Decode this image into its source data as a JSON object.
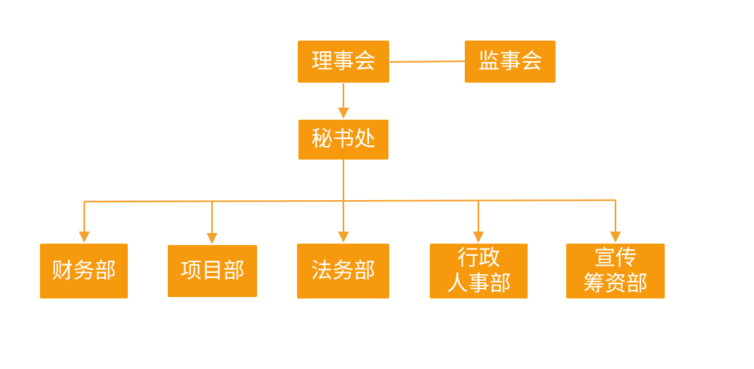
{
  "colors": {
    "box_fill": "#f7990d",
    "line": "#f4a02b",
    "text": "#ffffff"
  },
  "nodes": {
    "board": "理事会",
    "supervisors": "监事会",
    "secretariat": "秘书处",
    "finance": "财务部",
    "projects": "项目部",
    "legal": "法务部",
    "admin_hr": "行政\n人事部",
    "publicity_fundraising": "宣传\n筹资部"
  }
}
